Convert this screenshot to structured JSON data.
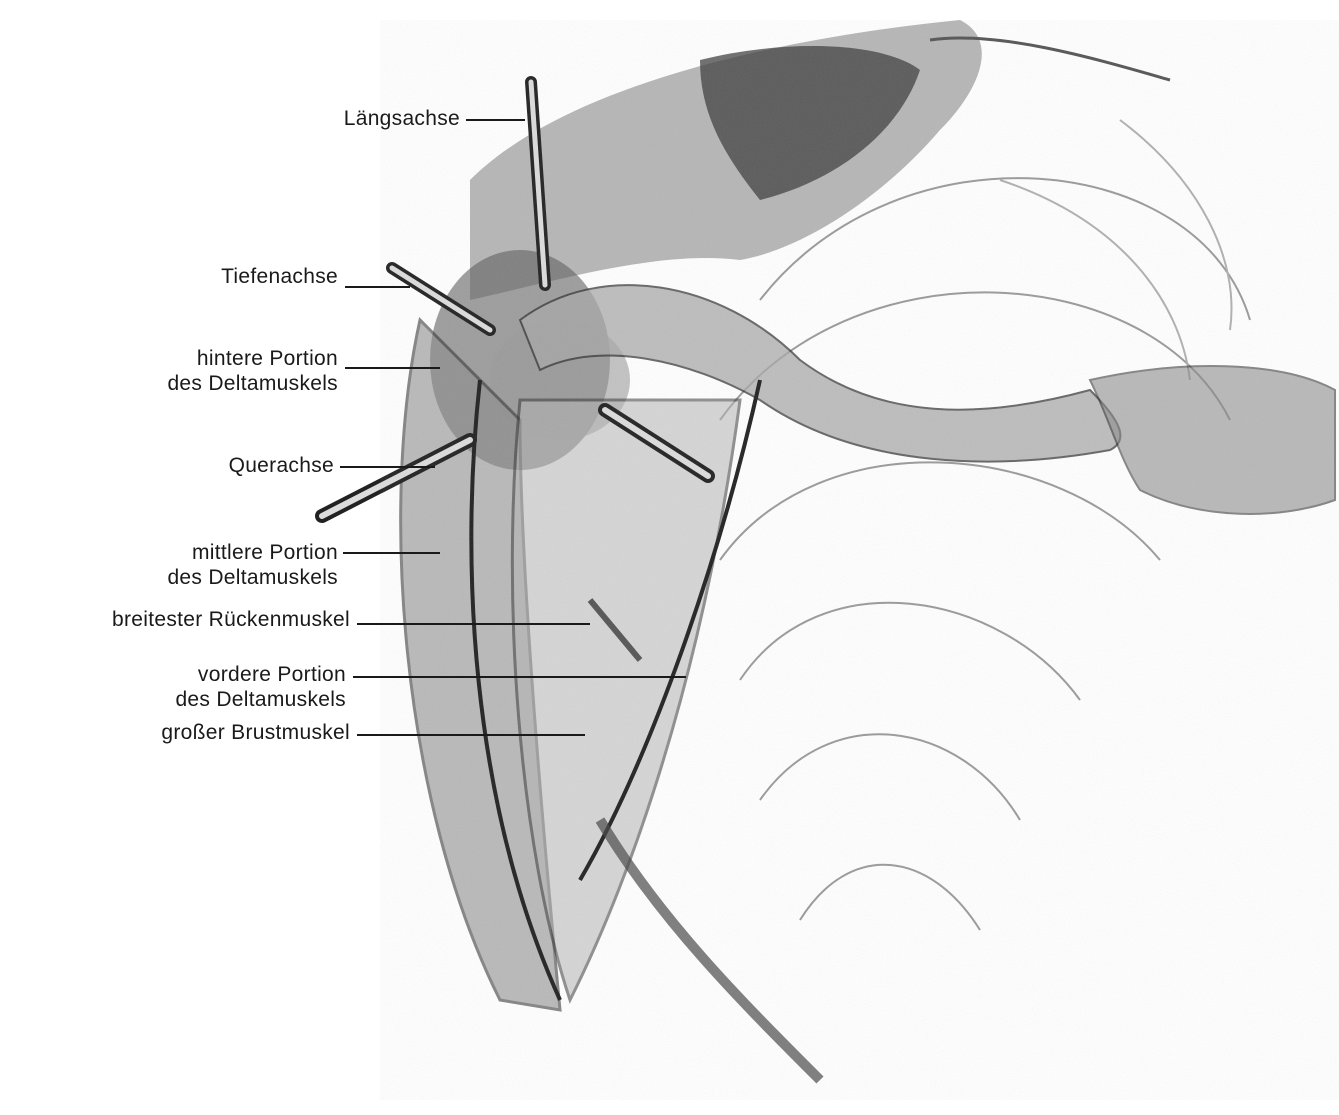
{
  "labels": {
    "laengsachse": "Längsachse",
    "tiefenachse": "Tiefenachse",
    "hintere_1": "hintere Portion",
    "hintere_2": "des Deltamuskels",
    "querachse": "Querachse",
    "mittlere_1": "mittlere Portion",
    "mittlere_2": "des Deltamuskels",
    "breitester": "breitester Rückenmuskel",
    "vordere_1": "vordere Portion",
    "vordere_2": "des Deltamuskels",
    "brust": "großer Brustmuskel"
  },
  "colors": {
    "ink": "#1a1a1a",
    "shade_dark": "#4a4a4a",
    "shade_mid": "#8a8a8a",
    "shade_light": "#c8c8c8",
    "paper": "#ffffff"
  }
}
